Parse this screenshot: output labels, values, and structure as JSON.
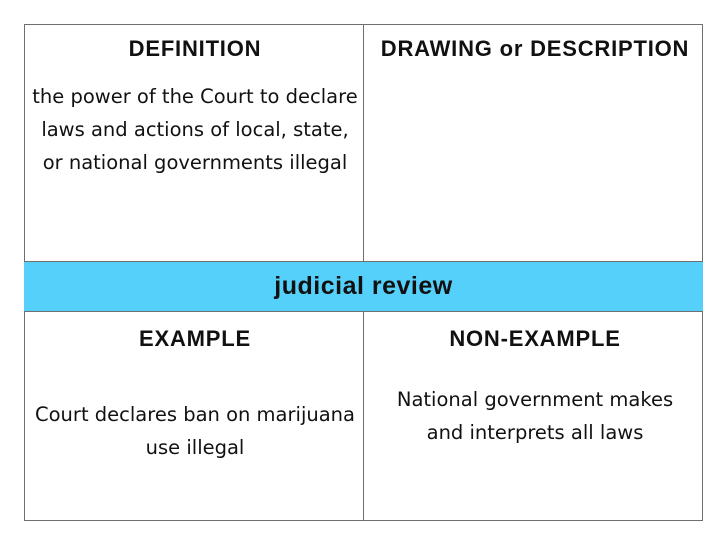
{
  "center": {
    "term": "judicial review"
  },
  "quadrants": {
    "definition": {
      "heading": "DEFINITION",
      "text": "the power of the Court to declare laws and actions of local, state, or national governments illegal"
    },
    "drawing": {
      "heading": "DRAWING or DESCRIPTION"
    },
    "example": {
      "heading": "EXAMPLE",
      "text": "Court declares ban on marijuana use illegal"
    },
    "non_example": {
      "heading": "NON-EXAMPLE",
      "text": "National government makes and interprets all laws"
    }
  },
  "colors": {
    "band": "#55d0fb",
    "border": "#6f6f6f"
  }
}
